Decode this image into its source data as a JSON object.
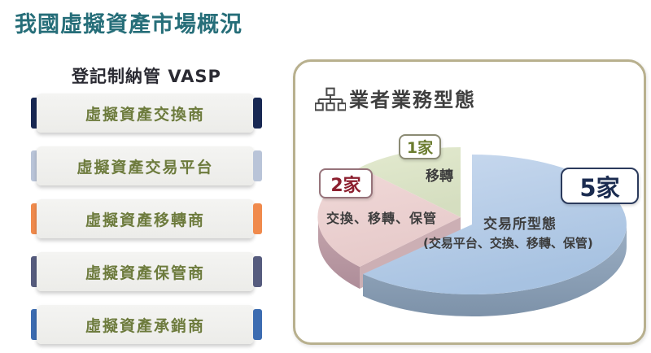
{
  "page": {
    "title": "我國虛擬資產市場概況",
    "title_color": "#266e79"
  },
  "left_panel": {
    "heading": "登記制納管 VASP",
    "label_color": "#6d7b3d",
    "items": [
      {
        "label": "虛擬資產交換商",
        "accent": "#182853"
      },
      {
        "label": "虛擬資產交易平台",
        "accent": "#b9c4d8"
      },
      {
        "label": "虛擬資產移轉商",
        "accent": "#f08a4c"
      },
      {
        "label": "虛擬資產保管商",
        "accent": "#565c7e"
      },
      {
        "label": "虛擬資產承銷商",
        "accent": "#3c6cb1"
      }
    ]
  },
  "chart_panel": {
    "title": "業者業務型態",
    "border_color": "#b8b08e",
    "icon": "org-chart-icon"
  },
  "chart_data": {
    "type": "pie",
    "title": "業者業務型態",
    "unit": "家",
    "total": 8,
    "legend_position": "on-slices",
    "style": "3d-exploded",
    "slices": [
      {
        "label": "交易所型態",
        "sublabel": "(交易平台、交換、移轉、保管)",
        "count_label": "5家",
        "value": 5,
        "fraction": 0.625,
        "color": "#b5cce8"
      },
      {
        "label": "交換、移轉、保管",
        "count_label": "2家",
        "value": 2,
        "fraction": 0.25,
        "color": "#edd5d4"
      },
      {
        "label": "移轉",
        "count_label": "1家",
        "value": 1,
        "fraction": 0.125,
        "color": "#dfe6cb"
      }
    ]
  }
}
